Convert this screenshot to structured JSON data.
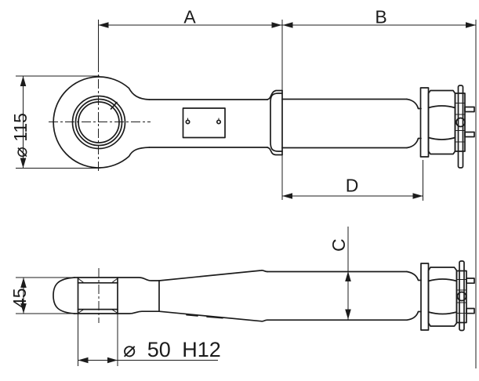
{
  "drawing": {
    "labels": {
      "dim_a": "A",
      "dim_b": "B",
      "dim_c": "C",
      "dim_d": "D",
      "eye_outer_diameter": "⌀ 115",
      "eye_side_height": "45",
      "hole_diameter": "⌀ 50 H12"
    },
    "colors": {
      "line": "#1c1c1c",
      "background": "#ffffff"
    }
  }
}
